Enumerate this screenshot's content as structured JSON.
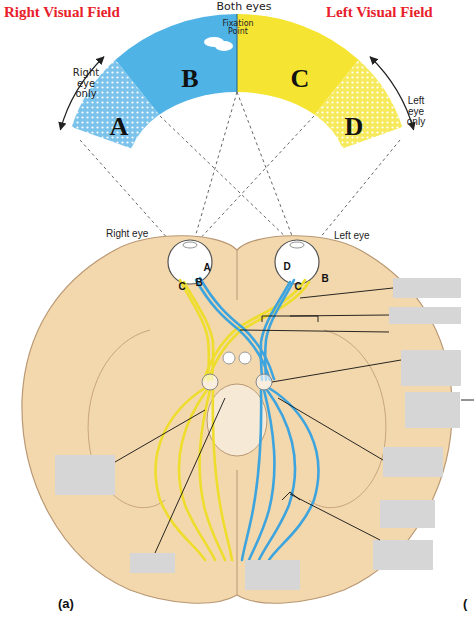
{
  "diagram": {
    "labels": [
      "Right Visual Field",
      "Both eyes",
      "Left Visual Field",
      "Fixation Point",
      "Right eye only",
      "Left eye only",
      "A",
      "B",
      "C",
      "D",
      "Right eye",
      "Left eye",
      "C",
      "B",
      "A",
      "D",
      "C",
      "B",
      "(a)",
      "("
    ]
  }
}
